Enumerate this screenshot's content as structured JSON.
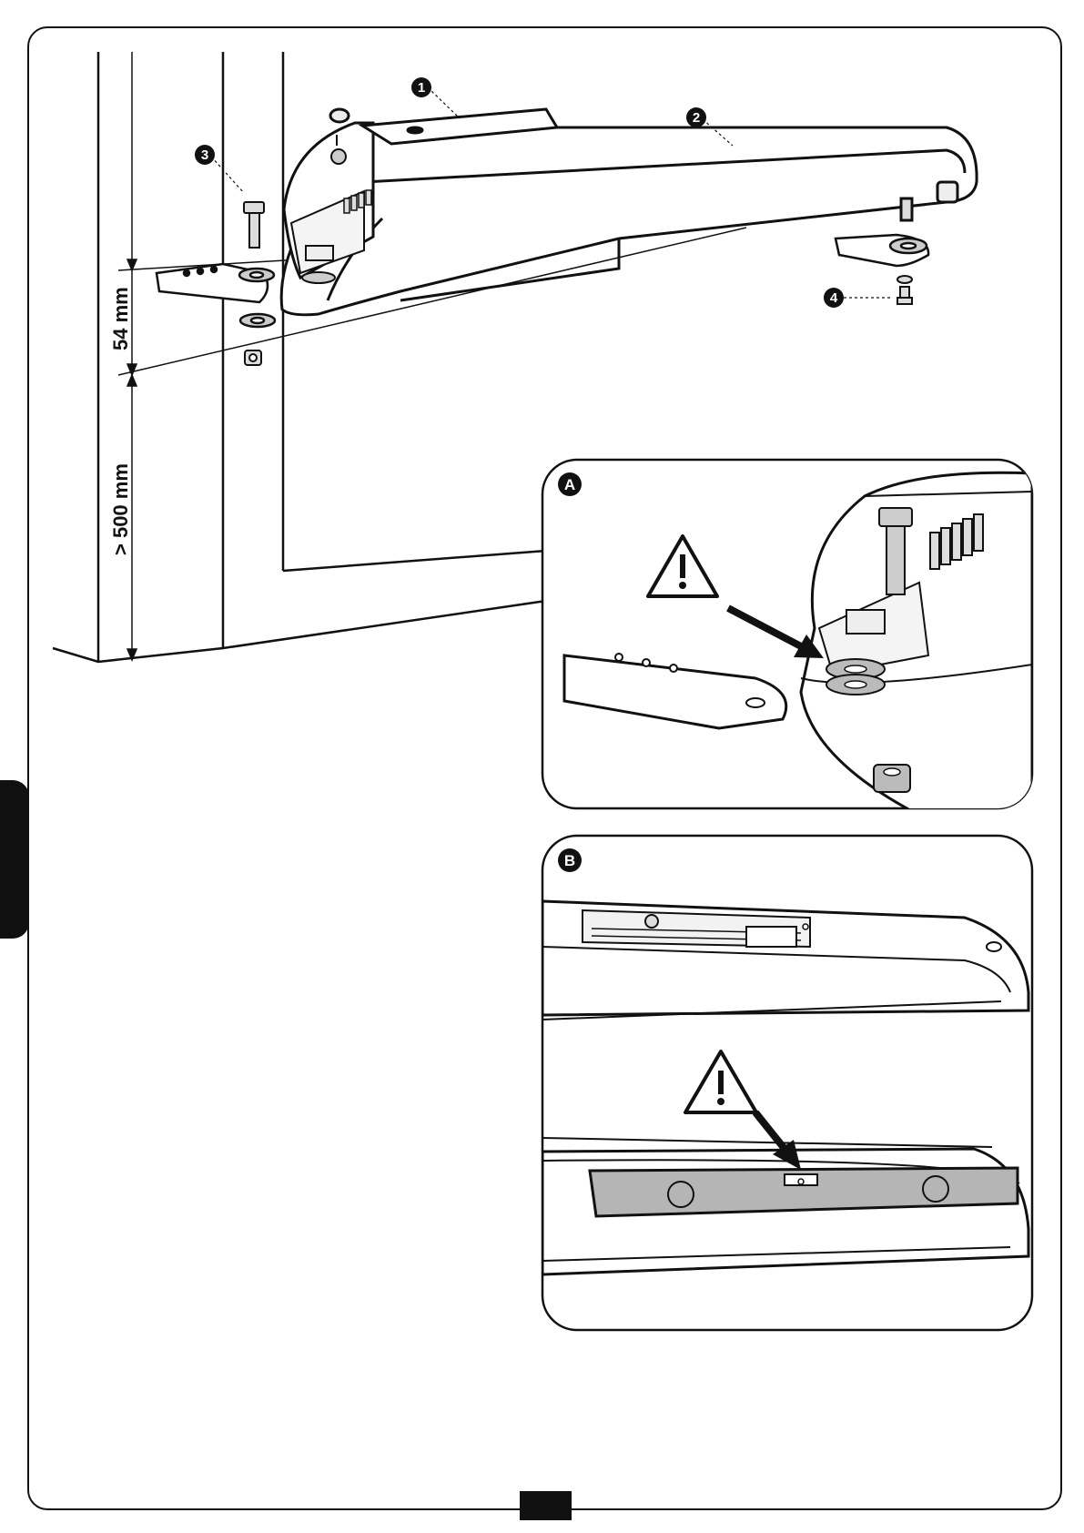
{
  "dimensions": {
    "upper": "54 mm",
    "lower": "> 500 mm"
  },
  "callouts": {
    "c1": "1",
    "c2": "2",
    "c3": "3",
    "c4": "4"
  },
  "insets": {
    "a": {
      "label": "A"
    },
    "b": {
      "label": "B"
    }
  },
  "icons": {
    "warning": "warning-triangle-icon"
  },
  "colors": {
    "line": "#111111",
    "part_grey": "#b5b5b5",
    "background": "#ffffff"
  }
}
